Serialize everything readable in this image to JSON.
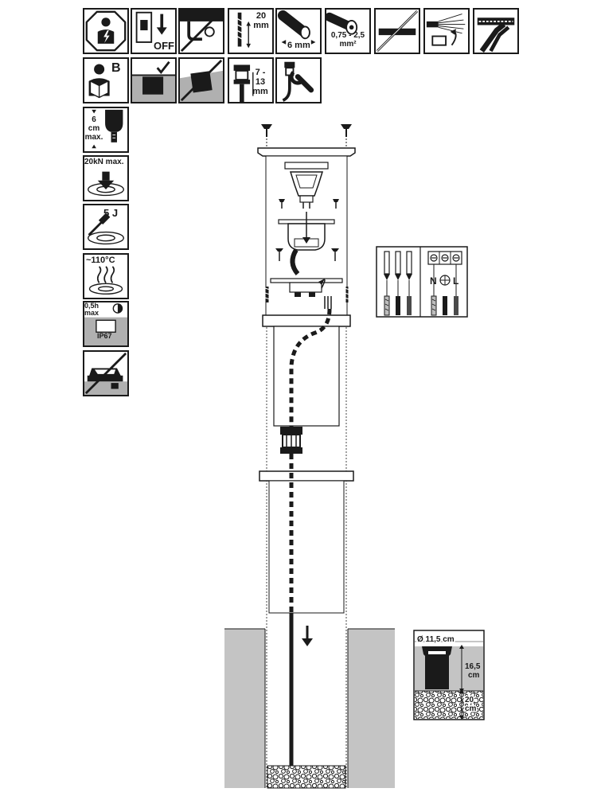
{
  "icons_top": {
    "off_label": "OFF",
    "strip_length": "20 mm",
    "strip_length_line1": "20",
    "strip_length_line2": "mm",
    "cable_diameter": "6 mm",
    "wire_section": "0,75 - 2,5",
    "wire_section_unit": "mm²"
  },
  "icons_second": {
    "manual_letter": "B",
    "cable_range_line1": "7 -",
    "cable_range_line2": "13",
    "cable_range_line3": "mm"
  },
  "icons_side": {
    "depth_line1": "6",
    "depth_line2": "cm",
    "depth_line3": "max.",
    "load": "20kN max.",
    "impact": "5 J",
    "temperature": "~110°C",
    "immersion_line1": "0,5h",
    "immersion_line2": "max",
    "ip_rating": "IP67"
  },
  "terminal": {
    "neutral": "N",
    "live": "L"
  },
  "foundation": {
    "diameter": "Ø 11,5 cm",
    "height_line1": "16,5",
    "height_line2": "cm",
    "gravel_line1": "20",
    "gravel_line2": "cm"
  }
}
